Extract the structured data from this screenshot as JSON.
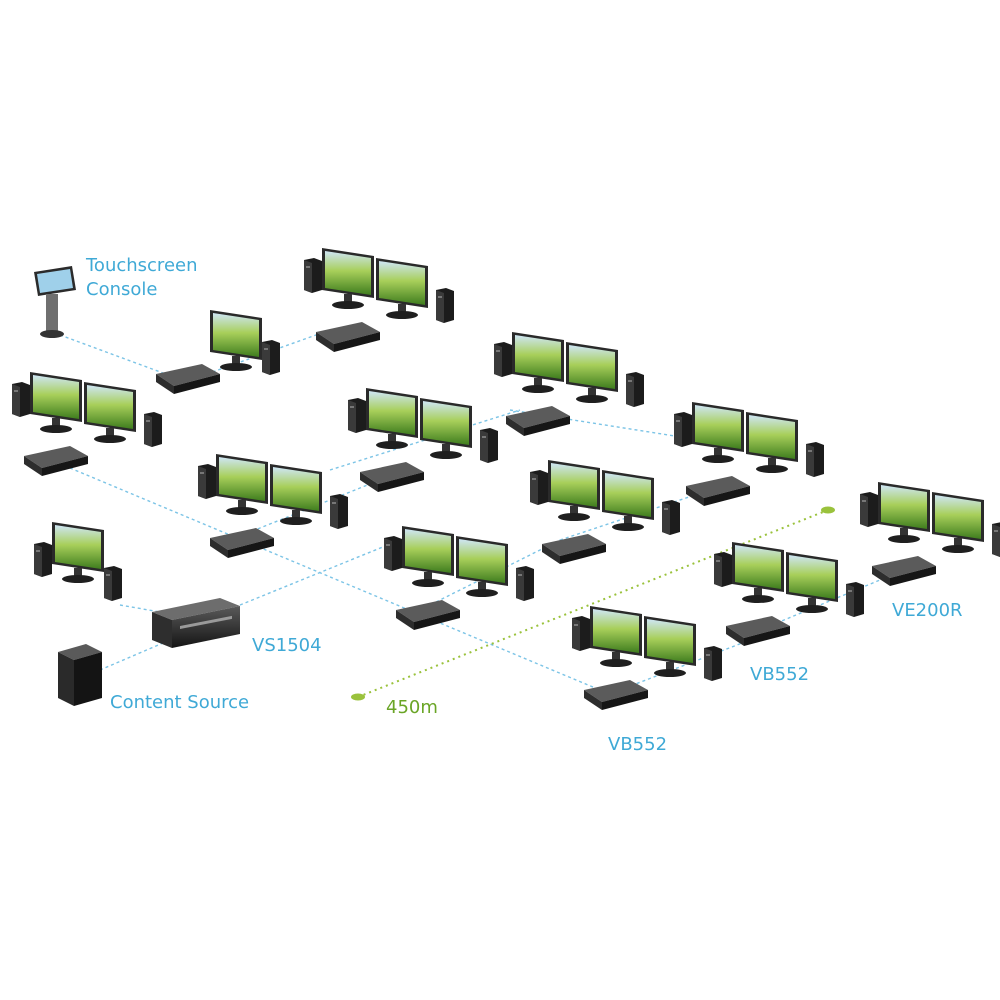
{
  "labels": {
    "touchscreen_line1": "Touchscreen",
    "touchscreen_line2": "Console",
    "vs1504": "VS1504",
    "content_source": "Content Source",
    "distance": "450m",
    "vb552_a": "VB552",
    "vb552_b": "VB552",
    "ve200r": "VE200R"
  },
  "colors": {
    "label_blue": "#3fa9d6",
    "distance_green": "#6aa526",
    "cable_blue": "#7cc4e6"
  }
}
